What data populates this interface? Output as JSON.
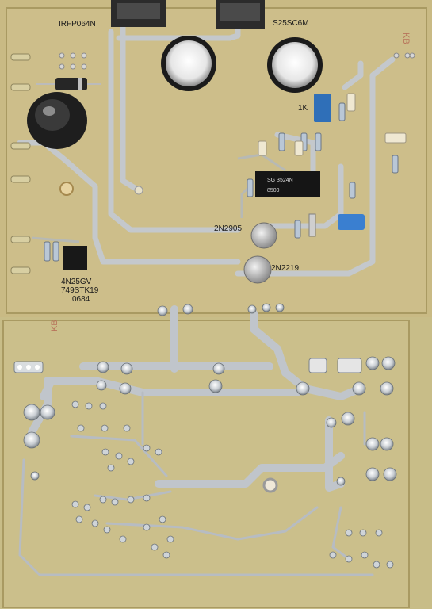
{
  "photo_top": {
    "labels": {
      "mosfet": "IRFP064N",
      "diode_bridge": "S25SC6M",
      "resistor": "1K",
      "pnp_transistor": "2N2905",
      "npn_transistor": "2N2219",
      "optocoupler": "4N25GV",
      "opto_code": "749STK19",
      "opto_date": "0684",
      "ic_marking_1": "SG 3524N",
      "ic_marking_2": "8509",
      "corner_mark": "KB"
    }
  },
  "photo_bottom": {
    "corner_mark": "KB"
  },
  "colors": {
    "board": "#c9ba84",
    "board_edge": "#a99a62",
    "trace": "#c4c8cc",
    "solder": "#d9dde0",
    "page_bg": "#ffffff"
  }
}
